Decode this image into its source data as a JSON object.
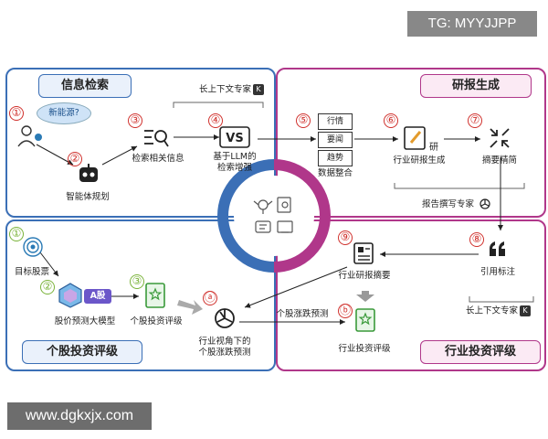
{
  "watermarks": {
    "top": "TG: MYYJJPP",
    "bottom": "www.dgkxjx.com"
  },
  "sections": {
    "info_retrieval": "信息检索",
    "report_generation": "研报生成",
    "stock_rating": "个股投资评级",
    "industry_rating": "行业投资评级"
  },
  "steps": {
    "s1": "①",
    "s2": "②",
    "s3": "③",
    "s4": "④",
    "s5": "⑤",
    "s6": "⑥",
    "s7": "⑦",
    "s8": "⑧",
    "s9": "⑨",
    "sa": "ⓐ",
    "sb": "ⓑ",
    "g1": "①",
    "g2": "②",
    "g3": "③"
  },
  "labels": {
    "new_energy": "新能源?",
    "agent_planning": "智能体规划",
    "search_info": "检索相关信息",
    "llm_search_line1": "基于LLM的",
    "llm_search_line2": "检索增强",
    "context_expert": "长上下文专家",
    "data_items": [
      "行情",
      "要闻",
      "趋势"
    ],
    "data_integration": "数据整合",
    "industry_report_gen": "行业研报生成",
    "report_icon_text": "研",
    "summary": "摘要精简",
    "report_writer_expert": "报告撰写专家",
    "citation": "引用标注",
    "context_expert2": "长上下文专家",
    "industry_summary": "行业研报摘要",
    "industry_rating": "行业投资评级",
    "target_stock": "目标股票",
    "a_share": "A股",
    "price_model": "股价预测大模型",
    "stock_rating": "个股投资评级",
    "industry_view_line1": "行业视角下的",
    "industry_view_line2": "个股涨跌预测",
    "stock_change_pred": "个股涨跌预测"
  },
  "colors": {
    "blue": "#3b6fb6",
    "pink": "#b0378a",
    "red_step": "#d0312d",
    "green_step": "#7ab33a",
    "ring_blue": "#3b6fb6",
    "ring_pink": "#b0378a"
  },
  "icons": {
    "user": "user-icon",
    "robot": "robot-icon",
    "search_list": "search-list-icon",
    "vs": "vs-icon",
    "report_pen": "report-pen-icon",
    "compress": "compress-icon",
    "quote": "quote-icon",
    "newspaper": "newspaper-icon",
    "openai": "openai-icon",
    "target": "target-icon",
    "cube": "cube-icon",
    "rating_doc": "rating-doc-icon"
  }
}
